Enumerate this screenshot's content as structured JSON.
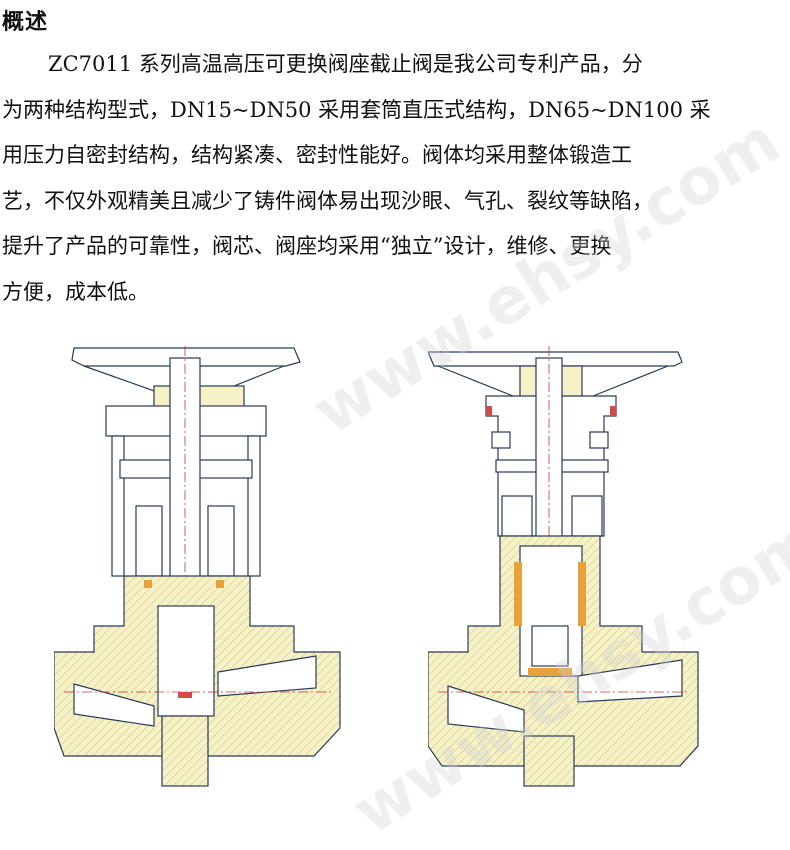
{
  "section": {
    "heading": "概述",
    "lines": [
      "ZC7011 系列高温高压可更换阀座截止阀是我公司专利产品，分",
      "为两种结构型式，DN15~DN50 采用套筒直压式结构，DN65~DN100 采",
      "用压力自密封结构，结构紧凑、密封性能好。阀体均采用整体锻造工",
      "艺，不仅外观精美且减少了铸件阀体易出现沙眼、气孔、裂纹等缺陷，",
      "提升了产品的可靠性，阀芯、阀座均采用“独立”设计，维修、更换",
      "方便，成本低。"
    ]
  },
  "watermark": "www.ehsy.com",
  "colors": {
    "body_fill": "#f6f2c6",
    "metal_fill": "#ffffff",
    "outline": "#2a3a5a",
    "centerline": "#c0392b",
    "accent_red": "#d44a4a",
    "accent_orange": "#e7a23b",
    "hatch": "#b9b27a"
  }
}
